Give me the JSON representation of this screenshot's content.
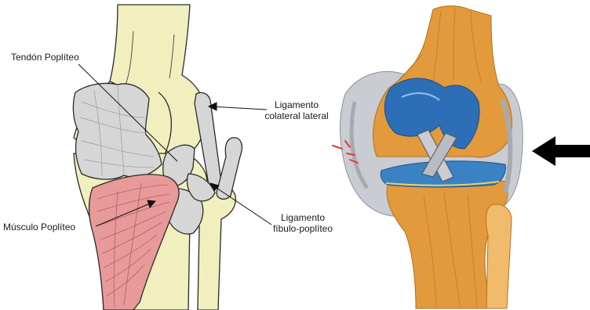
{
  "labels": {
    "tendon_popliteo": "Tendón Poplíteo",
    "ligamento_colateral_lateral": [
      "Ligamento",
      "colateral lateral"
    ],
    "musculo_popliteo": "Músculo Poplíteo",
    "ligamento_fibulo_popliteo": [
      "Ligamento",
      "fíbulo-poplíteo"
    ]
  },
  "colors": {
    "bone": "#f2efbf",
    "bone_outline": "#2a2a2a",
    "ligament_gray": "#d6d6d6",
    "muscle_pink": "#e89a9a",
    "muscle_stripe": "#b65c66",
    "knee_orange": "#e39a3c",
    "knee_orange_light": "#f0bb6a",
    "cartilage_blue": "#2d6fb7",
    "meniscus_blue": "#3a82c4",
    "tissue_gray": "#c9ccd2",
    "alert_red": "#e63a2a",
    "arrow_black": "#000000"
  }
}
